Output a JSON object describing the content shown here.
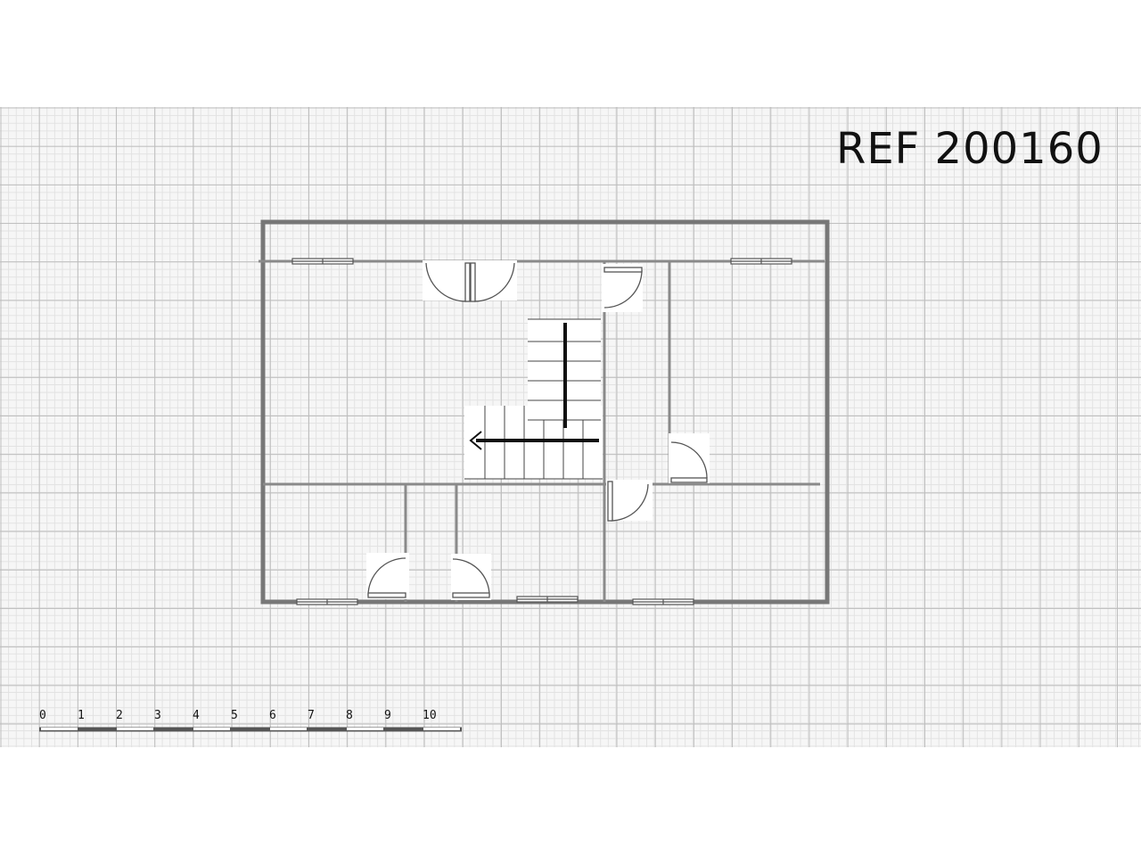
{
  "reference": "REF 200160",
  "scale_bar": {
    "labels": [
      "0",
      "1",
      "2",
      "3",
      "4",
      "5",
      "6",
      "7",
      "8",
      "9",
      "10"
    ]
  },
  "colors": {
    "wall": "#777777",
    "grid_major": "#bdbdbd",
    "grid_minor": "#e2e2e2",
    "background": "#f6f6f6"
  }
}
